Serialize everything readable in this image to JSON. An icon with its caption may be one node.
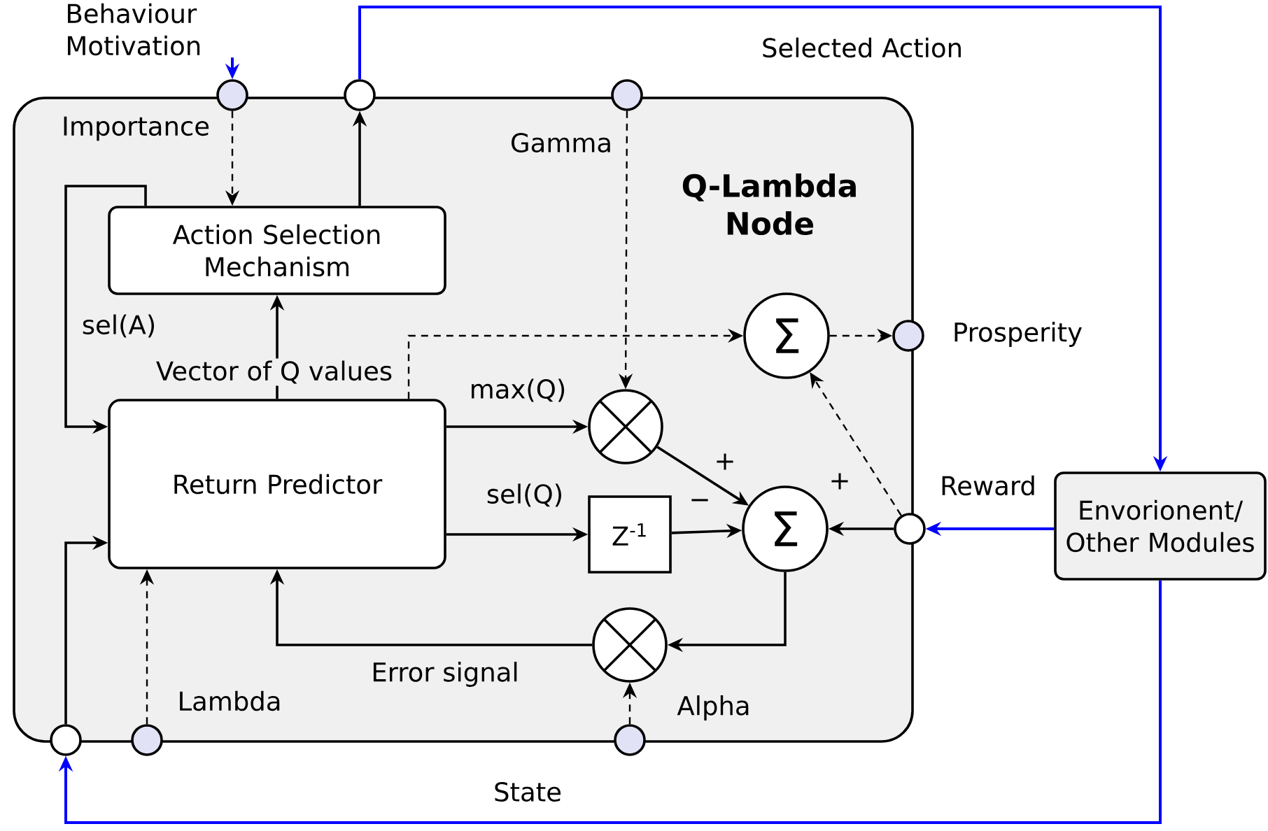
{
  "diagram": {
    "nodes": [
      {
        "text": [
          "Q-Lambda Node"
        ]
      },
      {
        "text": [],
        "shape": "circle",
        "beside": [
          "Importance"
        ]
      },
      {
        "text": [],
        "shape": "circle"
      },
      {
        "text": [],
        "shape": "circle",
        "beside": [
          "Gamma"
        ]
      },
      {
        "text": [
          "Action Selection Mechanism"
        ],
        "in": 0
      },
      {
        "text": [
          "Return Predictor"
        ],
        "in": 0
      },
      {
        "text": [
          "Σ"
        ],
        "in": 0
      },
      {
        "text": [],
        "shape": "circle",
        "beside": [
          "Prosperity"
        ]
      },
      {
        "text": [],
        "shape": "circle",
        "in": 0
      },
      {
        "text": [
          "Z$^{-1}$"
        ],
        "in": 0
      },
      {
        "text": [
          "Σ"
        ],
        "in": 0
      },
      {
        "text": [],
        "shape": "circle",
        "beside": [
          "Reward"
        ]
      },
      {
        "text": [],
        "shape": "circle",
        "in": 0
      },
      {
        "text": [],
        "shape": "circle"
      },
      {
        "text": [],
        "shape": "circle",
        "beside": [
          "Lambda"
        ]
      },
      {
        "text": [],
        "shape": "circle",
        "beside": [
          "Alpha"
        ]
      },
      {
        "text": [
          "Envorionent/ Other Modules"
        ]
      }
    ],
    "edges": [
      {
        "from": null,
        "to": 1,
        "arrow": "to",
        "color": "#0000ff",
        "label": "Behaviour Motivation"
      },
      {
        "from": 2,
        "to": 16,
        "arrow": "to",
        "color": "#0000ff",
        "label": "Selected Action"
      },
      {
        "from": 16,
        "to": 11,
        "arrow": "to",
        "color": "#0000ff"
      },
      {
        "from": 16,
        "to": 13,
        "arrow": "to",
        "color": "#0000ff",
        "label": "State"
      },
      {
        "from": 1,
        "to": 4,
        "arrow": "to",
        "style": "dashed"
      },
      {
        "from": 4,
        "to": 2,
        "arrow": "to"
      },
      {
        "from": 4,
        "to": 5,
        "arrow": "to",
        "label": "sel(A)"
      },
      {
        "from": 5,
        "to": 4,
        "arrow": "to",
        "label": "Vector of Q values"
      },
      {
        "from": 5,
        "to": 6,
        "arrow": "to",
        "style": "dashed"
      },
      {
        "from": 3,
        "to": 8,
        "arrow": "to",
        "style": "dashed"
      },
      {
        "from": 6,
        "to": 7,
        "arrow": "to",
        "style": "dashed"
      },
      {
        "from": 5,
        "to": 8,
        "arrow": "to",
        "label": "max(Q)"
      },
      {
        "from": 5,
        "to": 9,
        "arrow": "to",
        "label": "sel(Q)"
      },
      {
        "from": 8,
        "to": 10,
        "arrow": "to",
        "label": "+"
      },
      {
        "from": 9,
        "to": 10,
        "arrow": "to",
        "label": "−"
      },
      {
        "from": 11,
        "to": 10,
        "arrow": "to",
        "label": "+"
      },
      {
        "from": 11,
        "to": 6,
        "arrow": "to",
        "style": "dashed"
      },
      {
        "from": 10,
        "to": 12,
        "arrow": "to"
      },
      {
        "from": 12,
        "to": 5,
        "arrow": "to",
        "label": "Error signal"
      },
      {
        "from": 15,
        "to": 12,
        "arrow": "to",
        "style": "dashed"
      },
      {
        "from": 13,
        "to": 5,
        "arrow": "to"
      },
      {
        "from": 14,
        "to": 5,
        "arrow": "to",
        "style": "dashed"
      }
    ]
  }
}
